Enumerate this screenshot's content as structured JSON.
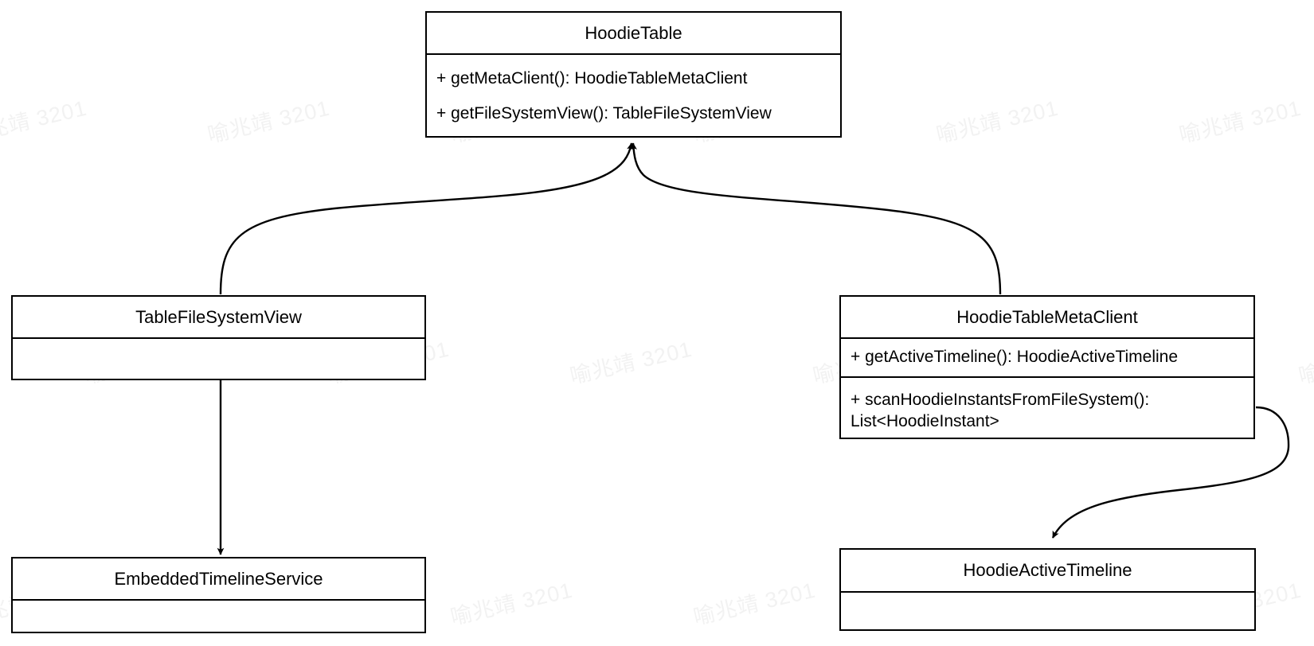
{
  "diagram": {
    "type": "uml-class-diagram",
    "title": "HoodieTable class relationships",
    "stroke_color": "#000000",
    "fill_color": "#ffffff",
    "background_color": "#ffffff"
  },
  "classes": [
    {
      "id": "hoodie-table",
      "name": "HoodieTable",
      "compartments": [
        {
          "members": [
            "+ getMetaClient(): HoodieTableMetaClient",
            "+ getFileSystemView(): TableFileSystemView"
          ]
        }
      ]
    },
    {
      "id": "table-file-system-view",
      "name": "TableFileSystemView",
      "compartments": [
        {
          "members": []
        }
      ]
    },
    {
      "id": "hoodie-table-meta-client",
      "name": "HoodieTableMetaClient",
      "compartments": [
        {
          "members": [
            "+ getActiveTimeline(): HoodieActiveTimeline"
          ]
        },
        {
          "members": [
            "+ scanHoodieInstantsFromFileSystem():\nList<HoodieInstant>"
          ]
        }
      ]
    },
    {
      "id": "embedded-timeline-service",
      "name": "EmbeddedTimelineService",
      "compartments": [
        {
          "members": []
        }
      ]
    },
    {
      "id": "hoodie-active-timeline",
      "name": "HoodieActiveTimeline",
      "compartments": [
        {
          "members": []
        }
      ]
    }
  ],
  "edges": [
    {
      "id": "edge-tfsv-to-hoodietable",
      "from": "table-file-system-view",
      "to": "hoodie-table",
      "arrow": "open-arrow",
      "style": "curved"
    },
    {
      "id": "edge-htmc-to-hoodietable",
      "from": "hoodie-table-meta-client",
      "to": "hoodie-table",
      "arrow": "open-arrow",
      "style": "curved"
    },
    {
      "id": "edge-tfsv-to-ets",
      "from": "table-file-system-view",
      "to": "embedded-timeline-service",
      "arrow": "open-arrow",
      "style": "straight"
    },
    {
      "id": "edge-htmc-to-hat",
      "from": "hoodie-table-meta-client",
      "to": "hoodie-active-timeline",
      "arrow": "open-arrow",
      "style": "curved"
    }
  ],
  "watermark": {
    "text": "喻兆靖 3201",
    "color": "#f2f2f2",
    "rotation_degrees": -13,
    "col_spacing": 305,
    "row_spacing": 303
  }
}
